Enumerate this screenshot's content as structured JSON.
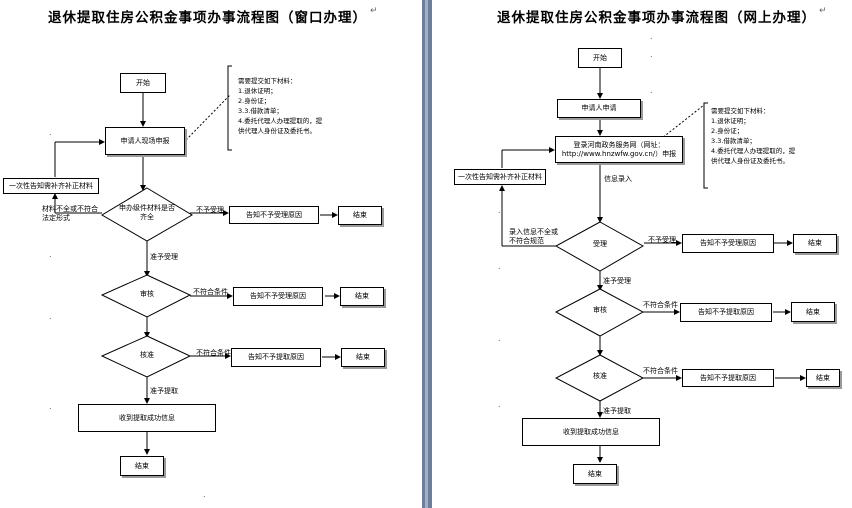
{
  "window": {
    "para_mark": "↵",
    "dot_mark": "."
  },
  "left": {
    "title": "退休提取住房公积金事项办事流程图（窗口办理）",
    "start": "开始",
    "apply": "申请人现场申报",
    "review_decision": "申办级件材料是否齐全",
    "supplement": "一次性告知需补齐补正材料",
    "incomplete_label": "材料不全或不符合法定形式",
    "reject_accept_label": "不予受理",
    "reject_accept_box": "告知不予受理原因",
    "end1": "结束",
    "accept_label": "准予受理",
    "audit": "审核",
    "audit_fail_label": "不符合条件",
    "audit_fail_box": "告知不予受理原因",
    "end2": "结束",
    "approve": "核准",
    "approve_fail_label": "不符合条件",
    "approve_fail_box": "告知不予提取原因",
    "end3": "结束",
    "approve_ok_label": "准予提取",
    "success": "收到提取成功信息",
    "end_final": "结束",
    "note_lines": [
      "需要提交如下材料：",
      "1.退休证明；",
      "2.身份证；",
      "3.3.借款清单；",
      "4.委托代理人办理提取的，提",
      "供代理人身份证及委托书。"
    ]
  },
  "right": {
    "title": "退休提取住房公积金事项办事流程图（网上办理）",
    "start": "开始",
    "applicant": "申请人申请",
    "login": "登录河南政务服务网（网址：http://www.hnzwfw.gov.cn/）申报",
    "supplement": "一次性告知需补齐补正材料",
    "online_label": "信息录入",
    "incomplete_label": "录入信息不全或不符合规范",
    "accept": "受理",
    "accept_fail_label": "不予受理",
    "accept_fail_box": "告知不予受理原因",
    "end1": "结束",
    "accept_ok_label": "准予受理",
    "audit": "审核",
    "audit_fail_label": "不符合条件",
    "audit_fail_box": "告知不予提取原因",
    "end2": "结束",
    "approve": "核准",
    "approve_fail_label": "不符合条件",
    "approve_fail_box": "告知不予提取原因",
    "end3": "结束",
    "approve_ok_label": "准予提取",
    "success": "收到提取成功信息",
    "end_final": "结束",
    "note_lines": [
      "需要提交如下材料：",
      "1.退休证明；",
      "2.身份证；",
      "3.3.借款清单；",
      "4.委托代理人办理提取的，提",
      "供代理人身份证及委托书。"
    ]
  }
}
